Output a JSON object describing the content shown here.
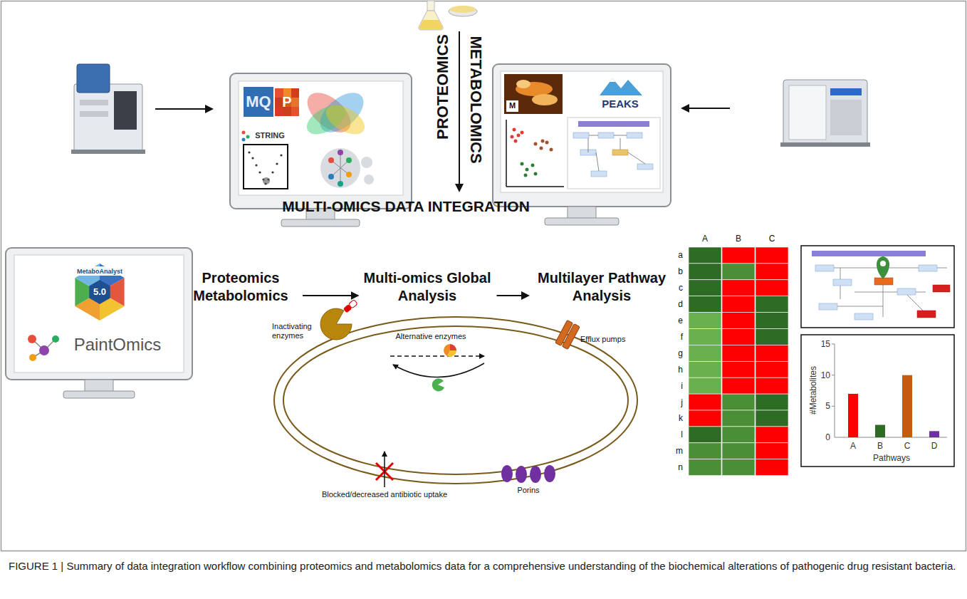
{
  "diagram": {
    "caption": "FIGURE 1 | Summary of data integration workflow combining proteomics and metabolomics data for a comprehensive understanding of the biochemical alterations of pathogenic drug resistant bacteria.",
    "nodes": [
      {
        "text": [
          "Proteomics Metabolomics"
        ]
      },
      {
        "text": [
          "Multi-omics Global Analysis"
        ]
      },
      {
        "text": [
          "Multilayer Pathway Analysis"
        ]
      }
    ],
    "edges": [
      {
        "from": 0,
        "to": 1,
        "arrow": "to"
      },
      {
        "from": 1,
        "to": 2,
        "arrow": "to"
      }
    ],
    "labels": [
      "PROTEOMICS",
      "METABOLOMICS",
      "MQ",
      "P",
      "STRING",
      "M",
      "PEAKS",
      "MetaboAnalyst",
      "5.0",
      "PaintOmics",
      "MULTI-OMICS DATA INTEGRATION",
      "Inactivating enzymes",
      "Alternative enzymes",
      "Efflux pumps",
      "Blocked/decreased antibiotic uptake",
      "Porins",
      "A",
      "B",
      "C",
      "a",
      "b",
      "c",
      "d",
      "e",
      "f",
      "g",
      "h",
      "i",
      "j",
      "k",
      "l",
      "m",
      "n",
      "15",
      "10",
      "5",
      "0",
      "#Metabolites",
      "A",
      "B",
      "C",
      "D",
      "Pathways"
    ]
  }
}
